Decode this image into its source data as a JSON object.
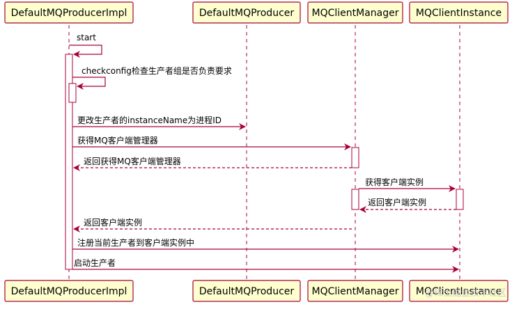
{
  "participants": [
    {
      "id": "impl",
      "label": "DefaultMQProducerImpl"
    },
    {
      "id": "producer",
      "label": "DefaultMQProducer"
    },
    {
      "id": "manager",
      "label": "MQClientManager"
    },
    {
      "id": "instance",
      "label": "MQClientInstance"
    }
  ],
  "messages": [
    {
      "id": "start",
      "from": "impl",
      "to": "impl",
      "label": "start",
      "style": "solid"
    },
    {
      "id": "checkconfig",
      "from": "impl",
      "to": "impl",
      "label": "checkconfig检查生产者组是否负责要求",
      "style": "solid"
    },
    {
      "id": "change-instance-name",
      "from": "impl",
      "to": "producer",
      "label": "更改生产者的instanceName为进程ID",
      "style": "solid"
    },
    {
      "id": "get-manager",
      "from": "impl",
      "to": "manager",
      "label": "获得MQ客户端管理器",
      "style": "solid"
    },
    {
      "id": "return-manager",
      "from": "manager",
      "to": "impl",
      "label": "返回获得MQ客户端管理器",
      "style": "dashed"
    },
    {
      "id": "get-client-instance",
      "from": "manager",
      "to": "instance",
      "label": "获得客户端实例",
      "style": "solid"
    },
    {
      "id": "return-client-instance-inner",
      "from": "instance",
      "to": "manager",
      "label": "返回客户端实例",
      "style": "dashed"
    },
    {
      "id": "return-client-instance",
      "from": "manager",
      "to": "impl",
      "label": "返回客户端实例",
      "style": "dashed"
    },
    {
      "id": "register-producer",
      "from": "impl",
      "to": "instance",
      "label": "注册当前生产者到客户端实例中",
      "style": "solid"
    },
    {
      "id": "start-producer",
      "from": "impl",
      "to": "instance",
      "label": "启动生产者",
      "style": "solid"
    }
  ],
  "watermark": "@稀土掘金技术社区",
  "colors": {
    "box_fill": "#FEFECE",
    "box_stroke": "#A80036",
    "arrow": "#A80036",
    "lifeline": "#A80036",
    "activation_fill": "#ffffff",
    "text": "#000000"
  }
}
